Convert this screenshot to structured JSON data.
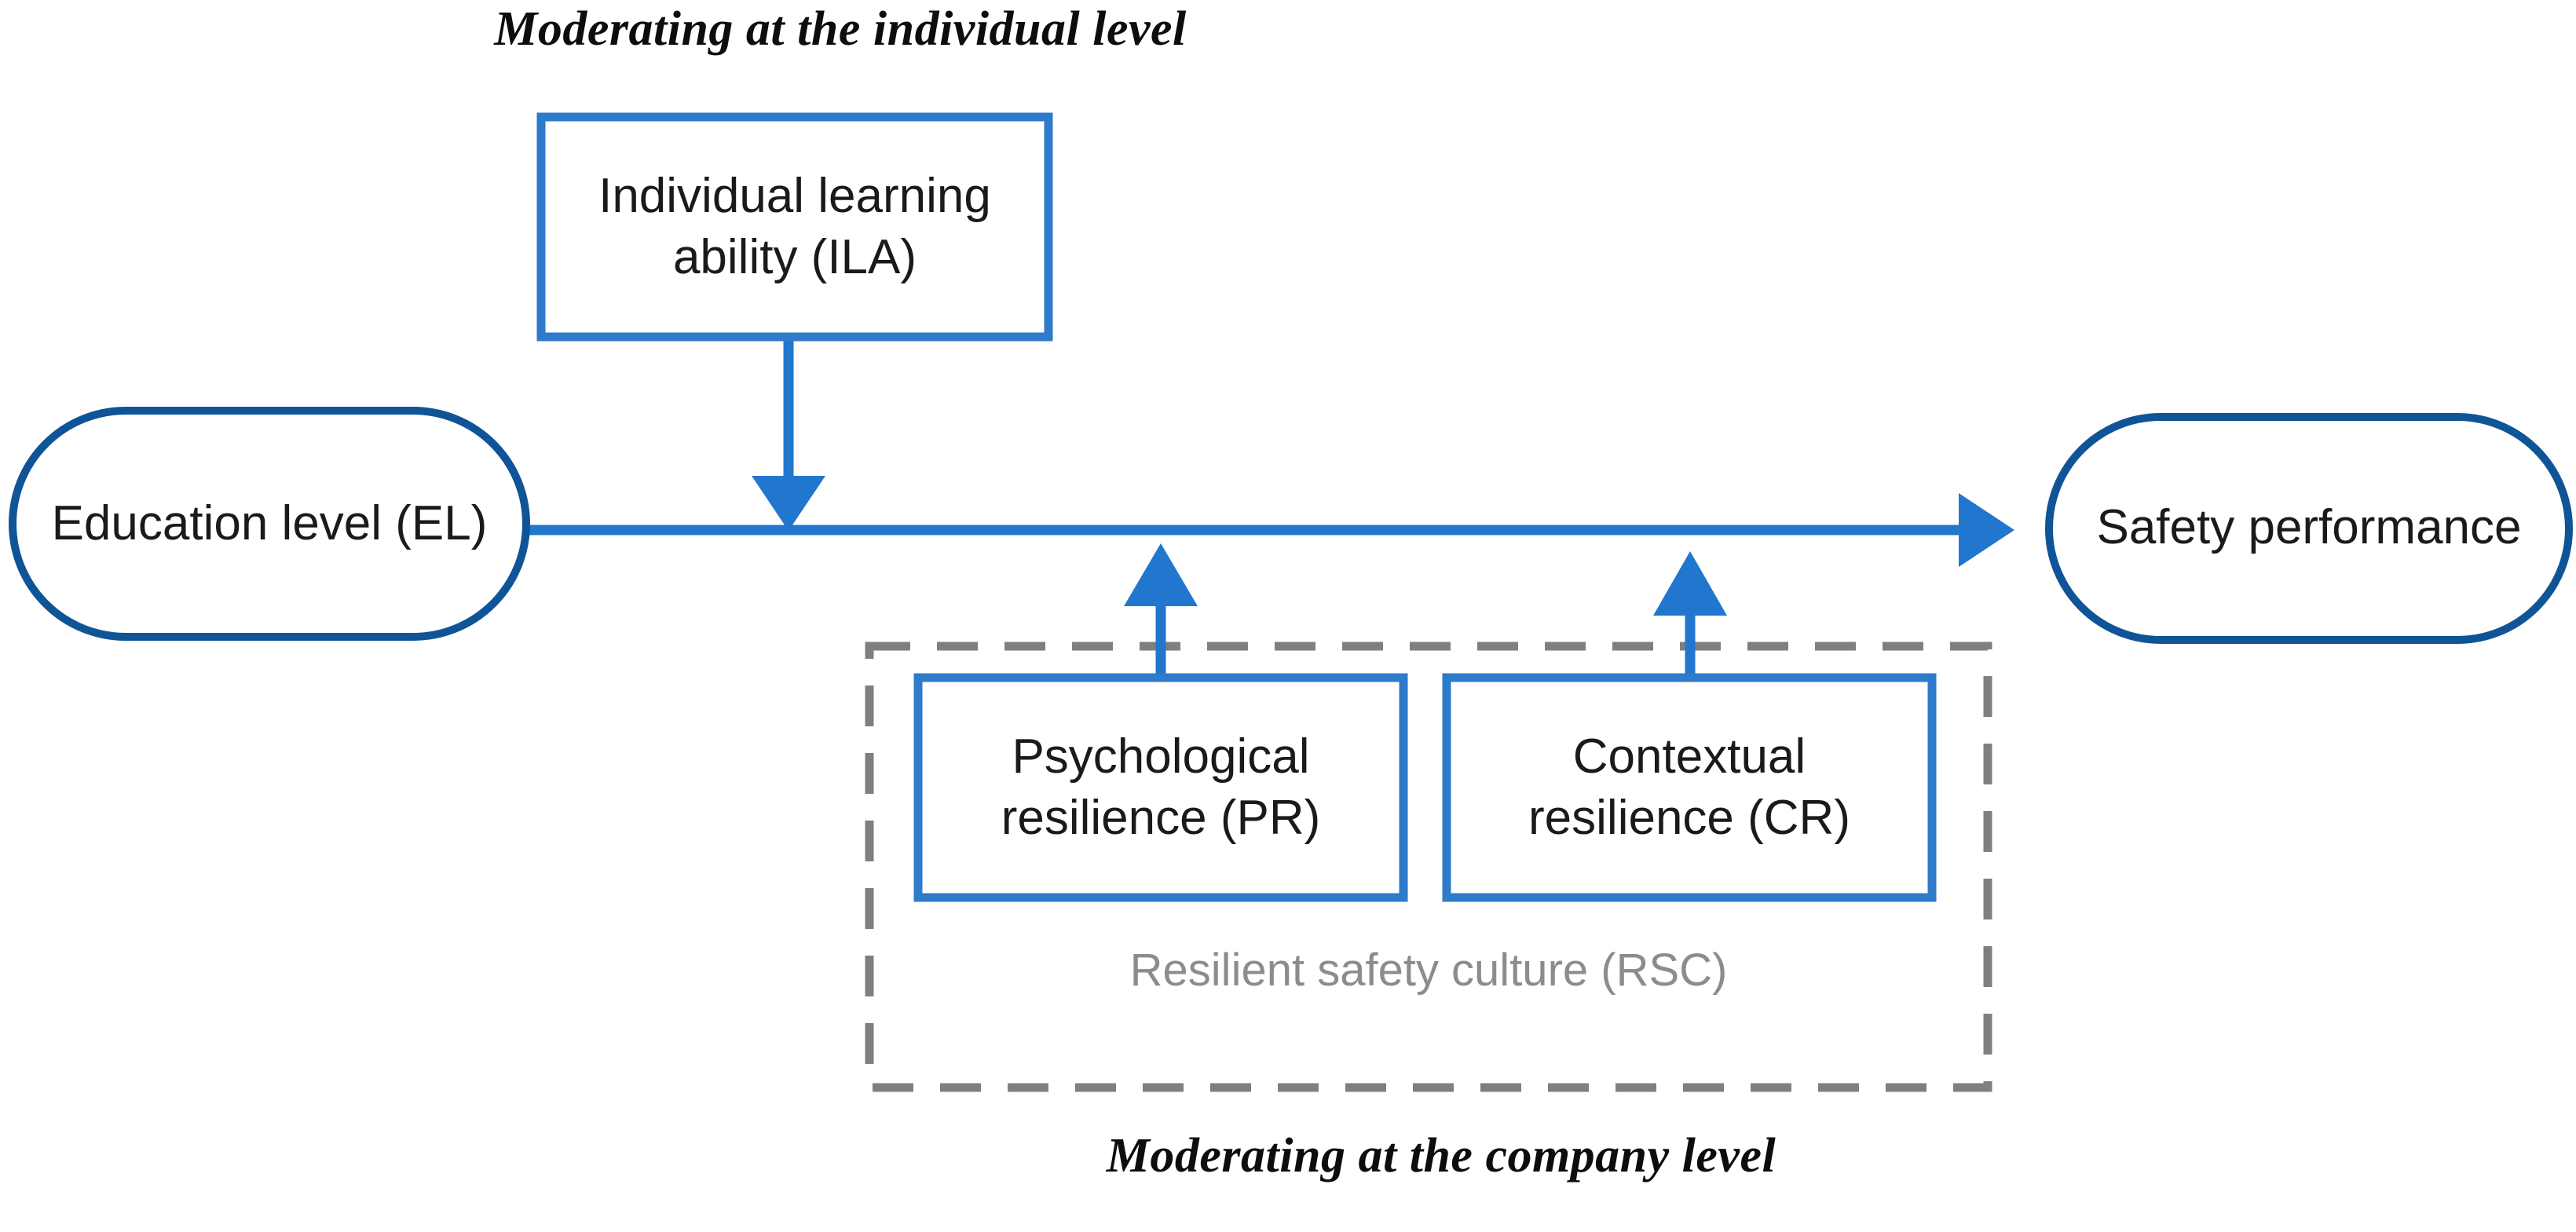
{
  "figure": {
    "type": "conceptual-model-diagram",
    "title_top": "Moderating at the individual level",
    "title_bottom": "Moderating at the company level"
  },
  "colors": {
    "arrow_blue": "#2176CE",
    "box_border_blue": "#2E7ACB",
    "stadium_border_blue": "#0F5496",
    "group_dashed_gray": "#7F7F7F",
    "group_label_gray": "#8C8C8C",
    "node_text": "#1A1A1A",
    "caption_text": "#0D0D0D",
    "background": "#FFFFFF"
  },
  "nodes": {
    "education_level": {
      "label": "Education level (EL)",
      "shape": "stadium",
      "role": "independent-variable"
    },
    "safety_performance": {
      "label": "Safety performance",
      "shape": "stadium",
      "role": "dependent-variable"
    },
    "individual_learning_ability": {
      "label": "Individual learning\nability (ILA)",
      "shape": "rectangle",
      "role": "moderator-individual"
    },
    "psychological_resilience": {
      "label": "Psychological\nresilience (PR)",
      "shape": "rectangle",
      "role": "moderator-company"
    },
    "contextual_resilience": {
      "label": "Contextual\nresilience (CR)",
      "shape": "rectangle",
      "role": "moderator-company"
    }
  },
  "groups": {
    "resilient_safety_culture": {
      "label": "Resilient safety culture (RSC)",
      "border_style": "dashed",
      "members": [
        "Psychological resilience (PR)",
        "Contextual resilience (CR)"
      ]
    }
  },
  "edges": [
    {
      "id": "el-to-sp",
      "from": "Education level (EL)",
      "to": "Safety performance",
      "direction": "right",
      "style": "solid",
      "arrowhead": "end"
    },
    {
      "id": "ila-moderates",
      "from": "Individual learning ability (ILA)",
      "to": "el-to-sp",
      "direction": "down",
      "style": "solid",
      "arrowhead": "end"
    },
    {
      "id": "pr-moderates",
      "from": "Psychological resilience (PR)",
      "to": "el-to-sp",
      "direction": "up",
      "style": "solid",
      "arrowhead": "end"
    },
    {
      "id": "cr-moderates",
      "from": "Contextual resilience (CR)",
      "to": "el-to-sp",
      "direction": "up",
      "style": "solid",
      "arrowhead": "end"
    }
  ]
}
